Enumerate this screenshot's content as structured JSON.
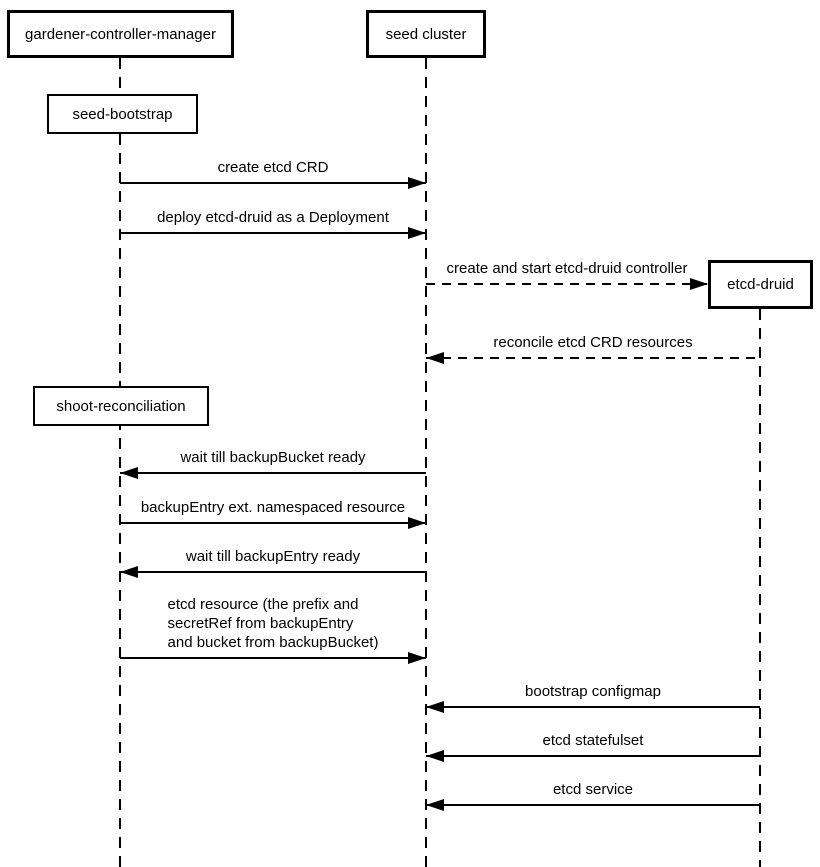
{
  "diagram": {
    "type": "sequence-diagram",
    "colors": {
      "foreground": "#000000",
      "background": "#ffffff"
    },
    "actors": [
      {
        "label": "gardener-controller-manager"
      },
      {
        "label": "seed cluster"
      },
      {
        "label": "etcd-druid"
      }
    ],
    "notes": [
      {
        "label": "seed-bootstrap",
        "over": "gardener-controller-manager"
      },
      {
        "label": "shoot-reconciliation",
        "over": "gardener-controller-manager"
      }
    ],
    "messages": [
      {
        "label": "create etcd CRD",
        "from": "gardener-controller-manager",
        "to": "seed cluster",
        "line": "solid"
      },
      {
        "label": "deploy etcd-druid as a Deployment",
        "from": "gardener-controller-manager",
        "to": "seed cluster",
        "line": "solid"
      },
      {
        "label": "create and start etcd-druid controller",
        "from": "seed cluster",
        "to": "etcd-druid",
        "line": "dashed"
      },
      {
        "label": "reconcile etcd CRD resources",
        "from": "etcd-druid",
        "to": "seed cluster",
        "line": "dashed"
      },
      {
        "label": "wait till backupBucket ready",
        "from": "seed cluster",
        "to": "gardener-controller-manager",
        "line": "solid"
      },
      {
        "label": "backupEntry ext. namespaced resource",
        "from": "gardener-controller-manager",
        "to": "seed cluster",
        "line": "solid"
      },
      {
        "label": "wait till backupEntry ready",
        "from": "seed cluster",
        "to": "gardener-controller-manager",
        "line": "solid"
      },
      {
        "label": "etcd resource (the prefix and\nsecretRef from backupEntry\nand bucket from backupBucket)",
        "from": "gardener-controller-manager",
        "to": "seed cluster",
        "line": "solid"
      },
      {
        "label": "bootstrap configmap",
        "from": "etcd-druid",
        "to": "seed cluster",
        "line": "solid"
      },
      {
        "label": "etcd statefulset",
        "from": "etcd-druid",
        "to": "seed cluster",
        "line": "solid"
      },
      {
        "label": "etcd service",
        "from": "etcd-druid",
        "to": "seed cluster",
        "line": "solid"
      }
    ]
  }
}
